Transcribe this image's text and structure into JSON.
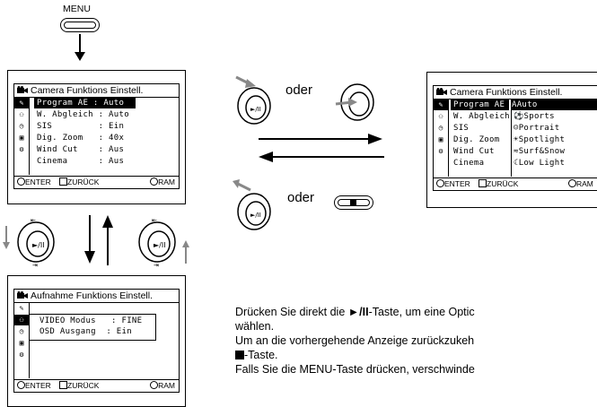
{
  "menu_button": {
    "label": "MENU"
  },
  "panel1": {
    "title": "Camera Funktions Einstell.",
    "rows": [
      {
        "text": "Program AE : Auto",
        "selected": true
      },
      {
        "text": "W. Abgleich : Auto"
      },
      {
        "text": "SIS         : Ein"
      },
      {
        "text": "Dig. Zoom   : 40x"
      },
      {
        "text": "Wind Cut    : Aus"
      },
      {
        "text": "Cinema      : Aus"
      }
    ],
    "footer": {
      "enter": "ENTER",
      "back": "ZURÜCK",
      "ram": "RAM"
    }
  },
  "panel2": {
    "title": "Aufnahme Funktions Einstell.",
    "rows": [
      {
        "text": "VIDEO Modus   : FINE"
      },
      {
        "text": "OSD Ausgang  : Ein"
      }
    ],
    "footer": {
      "enter": "ENTER",
      "back": "ZURÜCK",
      "ram": "RAM"
    }
  },
  "panel3": {
    "title": "Camera Funktions Einstell.",
    "left_rows": [
      {
        "text": "Program AE",
        "selected": true
      },
      {
        "text": "W. Abgleich"
      },
      {
        "text": "SIS"
      },
      {
        "text": "Dig. Zoom"
      },
      {
        "text": "Wind Cut"
      },
      {
        "text": "Cinema"
      }
    ],
    "right_rows": [
      {
        "text": "Auto",
        "icon": "A",
        "selected": true
      },
      {
        "text": "Sports",
        "icon": "⚽"
      },
      {
        "text": "Portrait",
        "icon": "☺"
      },
      {
        "text": "Spotlight",
        "icon": "☀"
      },
      {
        "text": "Surf&Snow",
        "icon": "≈"
      },
      {
        "text": "Low Light",
        "icon": "☾"
      }
    ],
    "footer": {
      "enter": "ENTER",
      "back": "ZURÜCK",
      "ram": "RAM"
    }
  },
  "oder1": "oder",
  "oder2": "oder",
  "text": {
    "line1a": "Drücken Sie direkt die ",
    "line1b": "►/II",
    "line1c": "-Taste, um eine Optic",
    "line2": "wählen.",
    "line3": "Um an die vorhergehende Anzeige zurückzukeh",
    "line4": "-Taste.",
    "line5": "Falls Sie die MENU-Taste drücken, verschwinde"
  }
}
